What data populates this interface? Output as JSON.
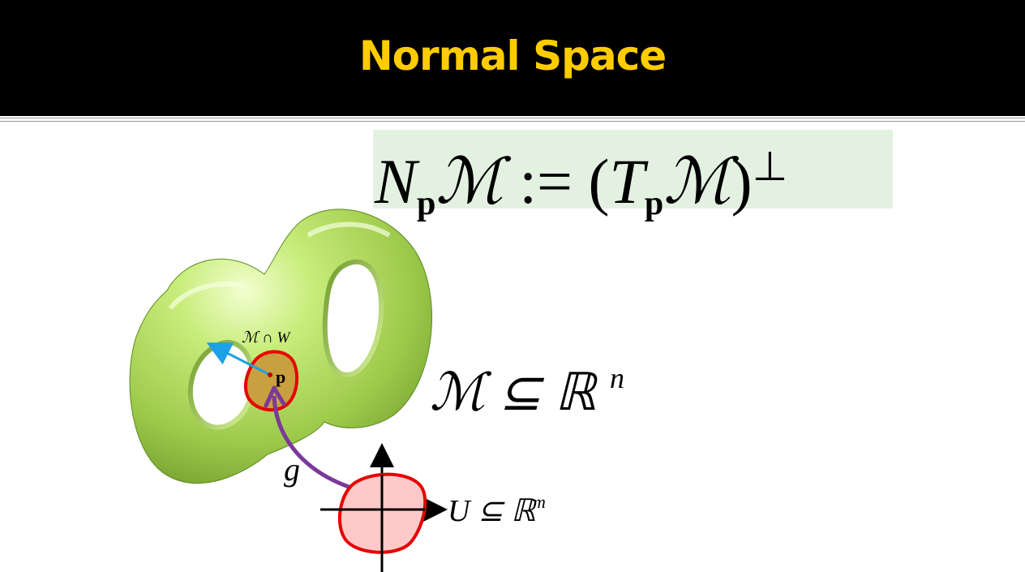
{
  "slide": {
    "title": "Normal Space",
    "title_color": "#ffcc00",
    "header_color": "#000000",
    "formula": {
      "lhs_symbol": "N",
      "lhs_sub": "p",
      "lhs_manifold": "ℳ",
      "assign": ":=",
      "paren_open": "(",
      "rhs_symbol": "T",
      "rhs_sub": "p",
      "rhs_manifold": "ℳ",
      "paren_close": ")",
      "superscript": "⊥",
      "background": "#e3f1e1"
    }
  },
  "diagram": {
    "surface_color": "#b4e060",
    "patch_label": "ℳ ∩ W",
    "point_label": "p",
    "map_label": "g",
    "manifold_label": "ℳ ⊆ ℝ",
    "manifold_exponent": "n",
    "domain_label": "U ⊆ ℝ",
    "domain_exponent": "m",
    "normal_vector_color": "#1ea0e6",
    "map_arrow_color": "#7a3a9a",
    "patch_outline_color": "#e60000",
    "domain_fill_color": "#ffc0c0"
  }
}
